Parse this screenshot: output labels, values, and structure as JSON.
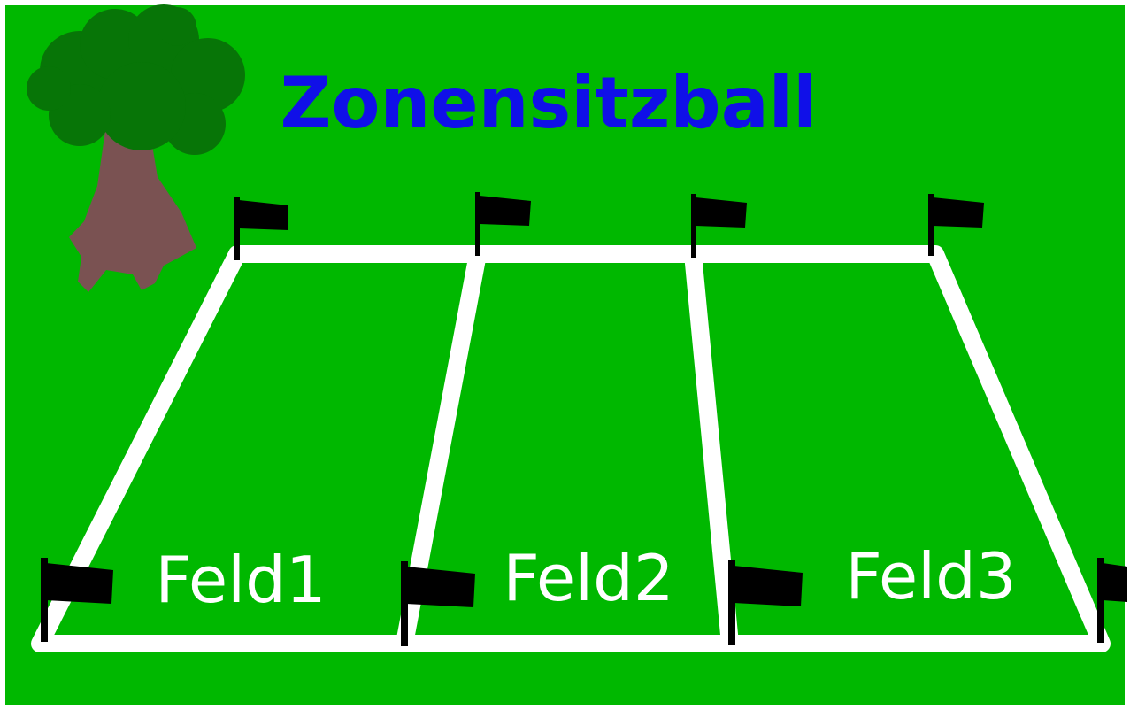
{
  "title": "Zonensitzball",
  "fields": [
    {
      "label": "Feld1"
    },
    {
      "label": "Feld2"
    },
    {
      "label": "Feld3"
    }
  ],
  "colors": {
    "grass": "#00b800",
    "lines": "#ffffff",
    "title": "#1010e8",
    "tree_crown": "#077507",
    "tree_trunk": "#7a5252",
    "flag": "#000000"
  },
  "icons": {
    "tree": "tree-icon",
    "flag": "flag-icon"
  }
}
